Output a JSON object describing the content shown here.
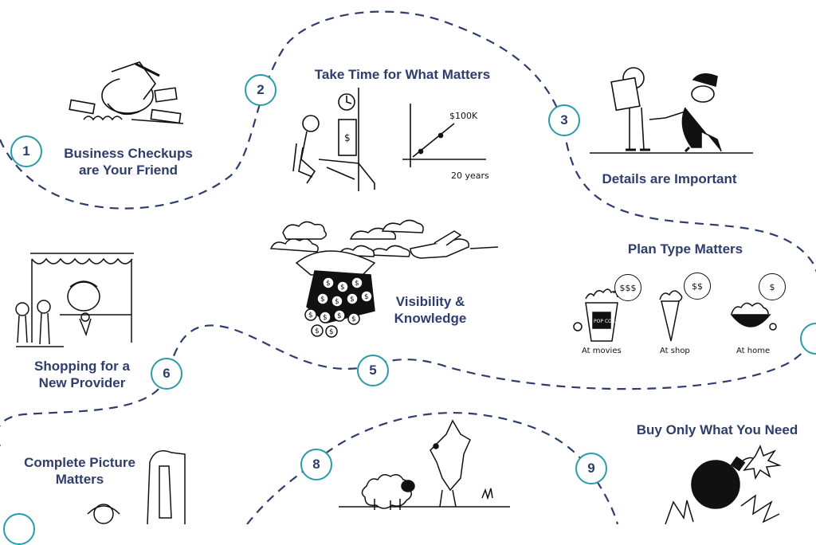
{
  "steps": [
    {
      "number": "1",
      "title_lines": [
        "Business Checkups",
        "are Your Friend"
      ]
    },
    {
      "number": "2",
      "title_lines": [
        "Take Time for What Matters"
      ]
    },
    {
      "number": "3",
      "title_lines": [
        "Details are Important"
      ]
    },
    {
      "number": "5",
      "title_lines": [
        "Visibility &",
        "Knowledge"
      ]
    },
    {
      "number": "6",
      "title_lines": [
        "Shopping for a",
        "New Provider"
      ]
    },
    {
      "number": "8",
      "title_lines": []
    },
    {
      "number": "9",
      "title_lines": []
    }
  ],
  "unnumbered_titles": {
    "plan_type": "Plan Type Matters",
    "buy_only": "Buy Only What You Need",
    "complete_picture_lines": [
      "Complete Picture",
      "Matters"
    ]
  },
  "growth_chart": {
    "value_label": "$100K",
    "axis_label": "20 years"
  },
  "plan_type_items": [
    {
      "price": "$$$",
      "caption": "At movies"
    },
    {
      "price": "$$",
      "caption": "At shop"
    },
    {
      "price": "$",
      "caption": "At home"
    }
  ],
  "popcorn_box_text": "POP CORN",
  "monitor_symbol": "$",
  "colors": {
    "path": "#2e3d6b",
    "badge_ring": "#2b9ba6",
    "title": "#2e3d6b"
  }
}
